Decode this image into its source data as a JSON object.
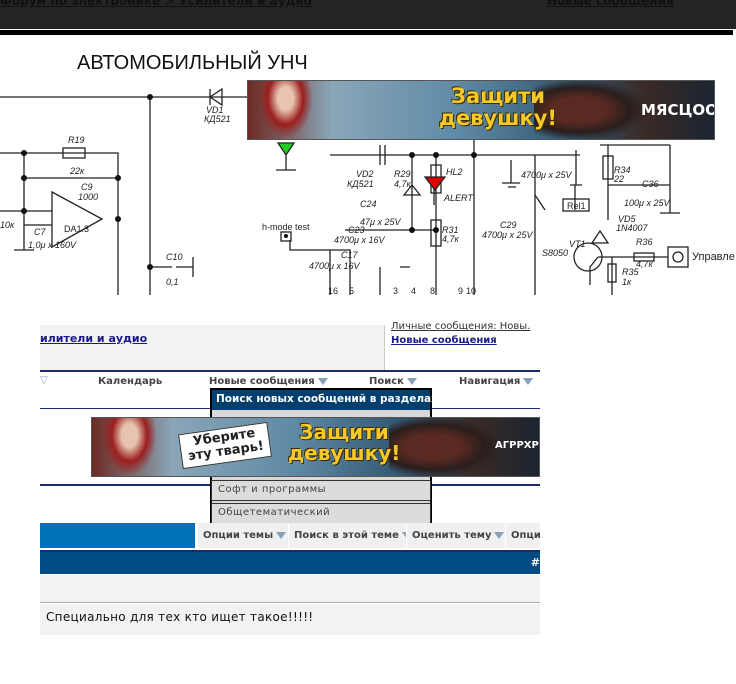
{
  "header": {
    "breadcrumb": "Форум по электронике > Усилители и аудио",
    "new_posts_link": "Новые сообщения"
  },
  "schematic": {
    "title": "АВТОМОБИЛЬНЫЙ УНЧ",
    "labels": {
      "vd1": "VD1",
      "vd1_type": "КД521",
      "r19": "R19",
      "r19_val": "22к",
      "c9": "C9",
      "c9_val": "1000",
      "da": "DA1.3",
      "c7": "C7",
      "c7_val": "1,0μ x 160V",
      "r_10k": "10к",
      "c10": "C10",
      "c10_val": "0,1",
      "vd2": "VD2",
      "vd2_type": "КД521",
      "r29": "R29",
      "r29_val": "4,7к",
      "hl2": "HL2",
      "alert": "ALERT",
      "c24": "C24",
      "c24_val": "47μ x 25V",
      "c23": "C23",
      "c23_val": "4700μ x 16V",
      "c17": "C17",
      "c17_val": "4700μ x 16V",
      "r31": "R31",
      "r31_val": "4,7к",
      "hmode": "h-mode test",
      "pins": [
        "16",
        "5",
        "3",
        "4",
        "8",
        "9",
        "10"
      ],
      "c29": "C29",
      "c29_val": "4700μ x 25V",
      "c_top": "4700μ x 25V",
      "r34": "R34",
      "r34_val": "22",
      "c36": "C36",
      "c36_val": "100μ x 25V",
      "rel": "Rel1",
      "vd5": "VD5",
      "vd5_type": "1N4007",
      "vt1": "VT1",
      "vt1_type": "S8050",
      "r36": "R36",
      "r36_val": "4,7к",
      "r35": "R35",
      "r35_val": "1к",
      "control": "Управле"
    }
  },
  "ads": {
    "top": {
      "slogan1": "Защити",
      "slogan2": "девушку!",
      "shout": "МЯСЦОО!"
    },
    "middle": {
      "bubble1": "Уберите",
      "bubble2": "эту тварь!",
      "slogan1": "Защити",
      "slogan2": "девушку!",
      "shout": "АГРРХР!"
    }
  },
  "forum": {
    "breadcrumb_link": "илители и аудио",
    "pm_text": "Личные сообщения: Новы.",
    "new_posts": "Новые сообщения",
    "navbar": [
      {
        "label": "Календарь"
      },
      {
        "label": "Новые сообщения"
      },
      {
        "label": "Поиск"
      },
      {
        "label": "Навигация"
      }
    ],
    "dropdown": {
      "header": "Поиск новых сообщений в разделах",
      "items": [
        "Софт и программы",
        "Общетематический"
      ]
    },
    "thread_tools": [
      "Опции темы",
      "Поиск в этой теме",
      "Оценить тему",
      "Опци"
    ],
    "post_number": "#",
    "post_text": "Специально для тех кто ищет такое!!!!!"
  },
  "colors": {
    "nav_blue": "#0070b8",
    "dark_blue": "#004b84",
    "dropdown_header": "#003f6e"
  }
}
